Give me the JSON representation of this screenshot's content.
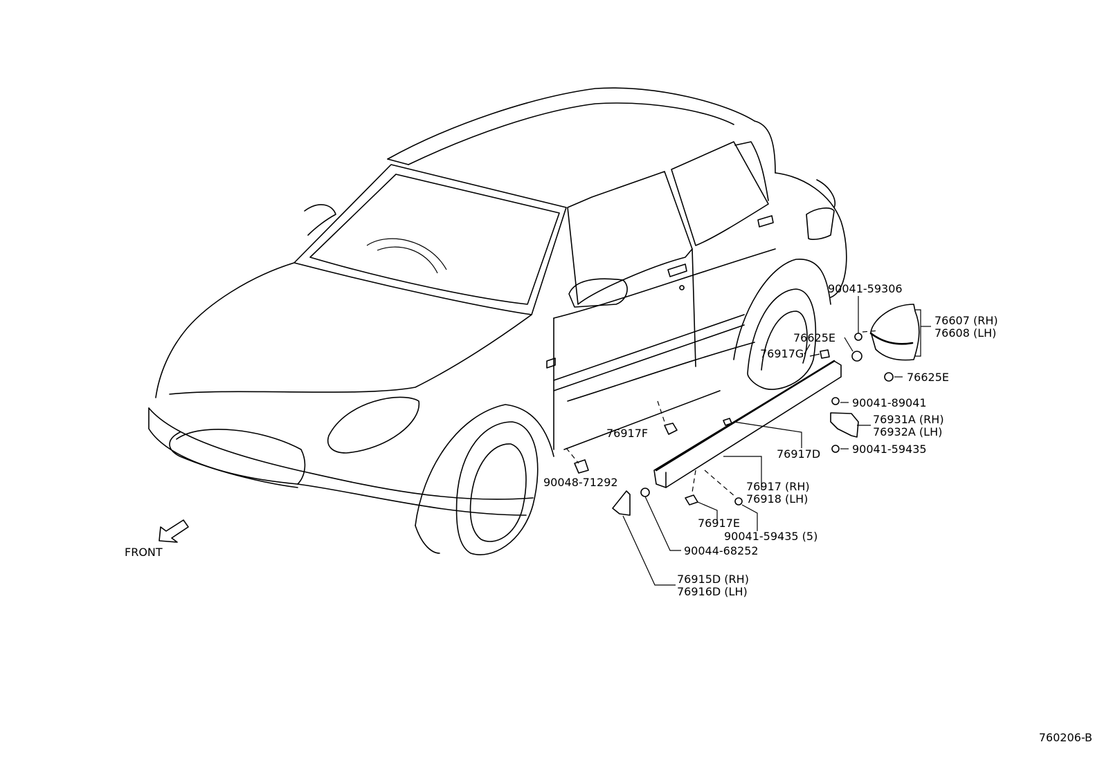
{
  "diagram_code": "760206-B",
  "direction_label": "FRONT",
  "labels": {
    "l_90041_59306": "90041-59306",
    "l_76607": "76607 (RH)",
    "l_76608": "76608 (LH)",
    "l_76625e_a": "76625E",
    "l_76917g": "76917G",
    "l_76625e_b": "76625E",
    "l_90041_89041": "90041-89041",
    "l_76931a": "76931A (RH)",
    "l_76932a": "76932A (LH)",
    "l_90041_59435": "90041-59435",
    "l_76917f": "76917F",
    "l_76917d": "76917D",
    "l_76917": "76917 (RH)",
    "l_76918": "76918 (LH)",
    "l_90048_71292": "90048-71292",
    "l_76917e": "76917E",
    "l_90041_59435_5": "90041-59435 (5)",
    "l_90044_68252": "90044-68252",
    "l_76915d": "76915D (RH)",
    "l_76916d": "76916D (LH)"
  }
}
